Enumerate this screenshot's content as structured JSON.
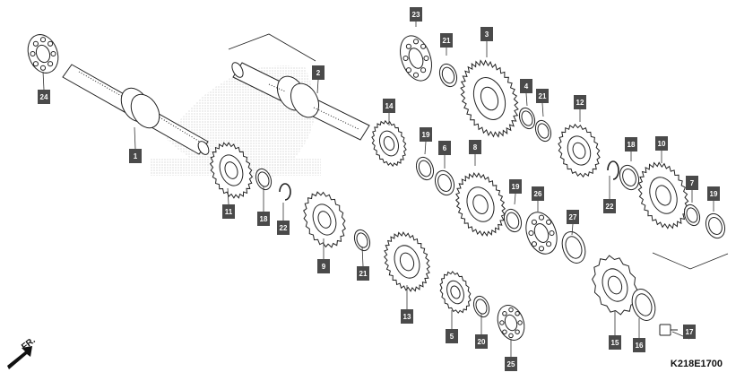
{
  "diagram": {
    "type": "exploded-parts-view",
    "drawing_code": "K218E1700",
    "direction_marker": "FR.",
    "parts": [
      {
        "id": "p24",
        "label": "24"
      },
      {
        "id": "p1",
        "label": "1"
      },
      {
        "id": "p11",
        "label": "11"
      },
      {
        "id": "p18a",
        "label": "18"
      },
      {
        "id": "p22a",
        "label": "22"
      },
      {
        "id": "p2",
        "label": "2"
      },
      {
        "id": "p14",
        "label": "14"
      },
      {
        "id": "p19a",
        "label": "19"
      },
      {
        "id": "p6",
        "label": "6"
      },
      {
        "id": "p9",
        "label": "9"
      },
      {
        "id": "p21a",
        "label": "21"
      },
      {
        "id": "p13",
        "label": "13"
      },
      {
        "id": "p5",
        "label": "5"
      },
      {
        "id": "p20",
        "label": "20"
      },
      {
        "id": "p25",
        "label": "25"
      },
      {
        "id": "p23",
        "label": "23"
      },
      {
        "id": "p21b",
        "label": "21"
      },
      {
        "id": "p3",
        "label": "3"
      },
      {
        "id": "p4",
        "label": "4"
      },
      {
        "id": "p21c",
        "label": "21"
      },
      {
        "id": "p8",
        "label": "8"
      },
      {
        "id": "p19b",
        "label": "19"
      },
      {
        "id": "p26",
        "label": "26"
      },
      {
        "id": "p27",
        "label": "27"
      },
      {
        "id": "p12",
        "label": "12"
      },
      {
        "id": "p18b",
        "label": "18"
      },
      {
        "id": "p22b",
        "label": "22"
      },
      {
        "id": "p10",
        "label": "10"
      },
      {
        "id": "p7",
        "label": "7"
      },
      {
        "id": "p19c",
        "label": "19"
      },
      {
        "id": "p15",
        "label": "15"
      },
      {
        "id": "p16",
        "label": "16"
      },
      {
        "id": "p17",
        "label": "17"
      }
    ]
  }
}
